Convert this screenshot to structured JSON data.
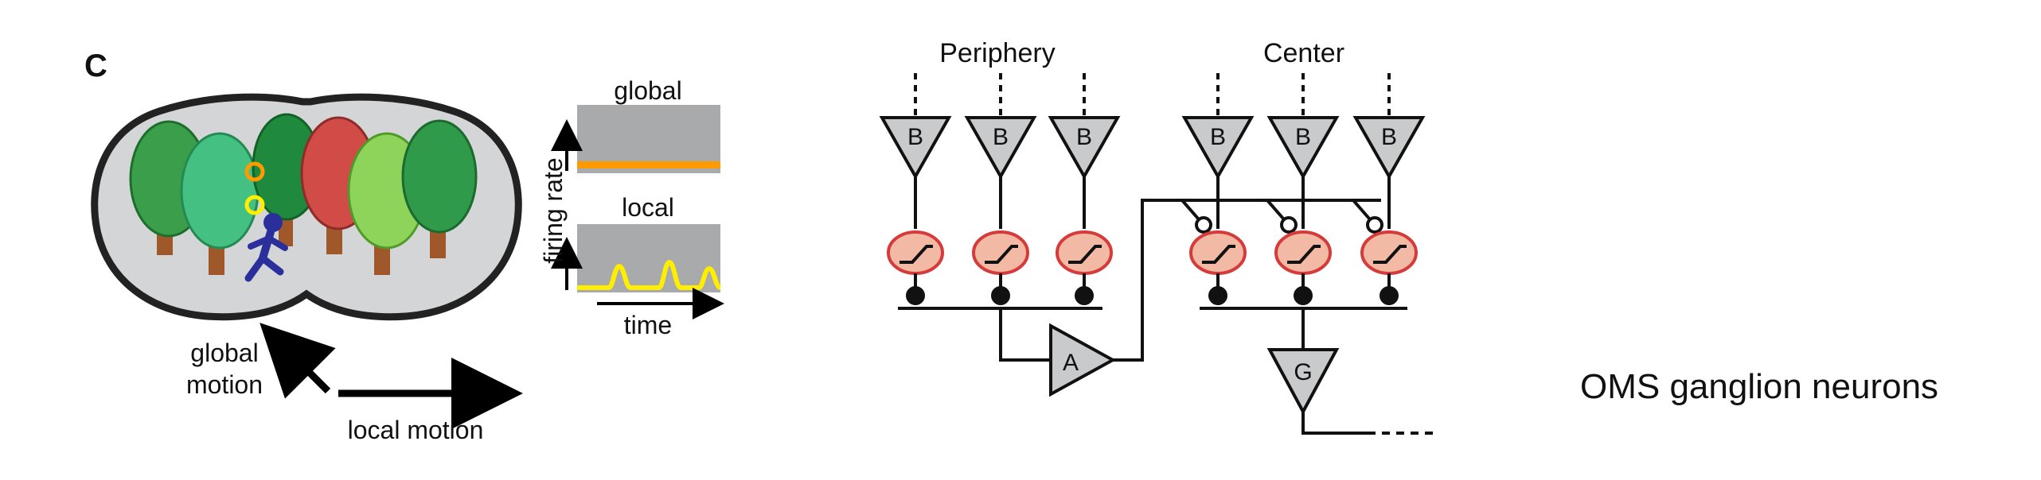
{
  "panel_c": {
    "panel_letter": "C",
    "plot_global_title": "global",
    "plot_local_title": "local",
    "y_axis_label": "firing rate",
    "x_axis_label": "time",
    "global_motion_label_line1": "global",
    "global_motion_label_line2": "motion",
    "local_motion_label": "local motion"
  },
  "circuit": {
    "periphery_label": "Periphery",
    "center_label": "Center",
    "bipolar_label": "B",
    "amacrine_label": "A",
    "ganglion_label": "G"
  },
  "caption": "OMS ganglion neurons",
  "colors": {
    "cell_fill": "#c8cacb",
    "synapse_fill": "#f2b9a4",
    "synapse_stroke": "#d63b3b",
    "global_trace": "#ff9a00",
    "local_trace": "#ffee00",
    "runner": "#2a2f9c"
  }
}
